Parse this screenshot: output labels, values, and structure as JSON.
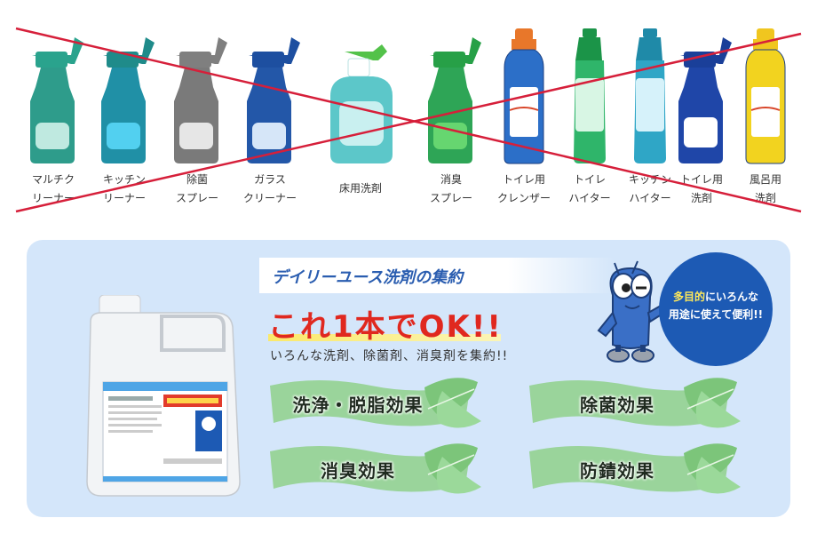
{
  "products": [
    {
      "name": "multi-cleaner",
      "label": "マルチク\nリーナー",
      "cap": "#2aa38d",
      "body": "#2e9c8b",
      "win": "#bfe9e0"
    },
    {
      "name": "kitchen-cleaner",
      "label": "キッチン\nリーナー",
      "cap": "#1f8b8a",
      "body": "#2090a6",
      "win": "#52d0f0"
    },
    {
      "name": "disinfect-spray",
      "label": "除菌\nスプレー",
      "cap": "#7f7f7f",
      "body": "#7a7a7a",
      "win": "#e6e6e6"
    },
    {
      "name": "glass-cleaner",
      "label": "ガラス\nクリーナー",
      "cap": "#1d4fa0",
      "body": "#2357a8",
      "win": "#d6e6f8"
    },
    {
      "name": "floor-detergent",
      "label": "床用洗剤",
      "cap": "#53c24a",
      "body": "#5cc7c9",
      "win": "#c9f0f0"
    },
    {
      "name": "deodorant-spray",
      "label": "消臭\nスプレー",
      "cap": "#27a047",
      "body": "#2ea556",
      "win": "#66d670"
    },
    {
      "name": "toilet-cleanser",
      "label": "トイレ用\nクレンザー",
      "cap": "#e8772a",
      "body": "#2c6fc8",
      "win": "#ffffff"
    },
    {
      "name": "toilet-haiter",
      "label": "トイレ\nハイター",
      "cap": "#1b9448",
      "body": "#2fb56a",
      "win": "#d8f6e4"
    },
    {
      "name": "kitchen-haiter",
      "label": "キッチン\nハイター",
      "cap": "#1f8aa8",
      "body": "#2fa6c6",
      "win": "#d6f2fa"
    },
    {
      "name": "toilet-detergent",
      "label": "トイレ用\n洗剤",
      "cap": "#1a3f99",
      "body": "#1f46a8",
      "win": "#ffffff"
    },
    {
      "name": "bath-detergent",
      "label": "風呂用\n洗剤",
      "cap": "#f0c61f",
      "body": "#f2d31f",
      "win": "#ffffff"
    }
  ],
  "feature": {
    "banner": "デイリーユース洗剤の集約",
    "headline": "これ1本でOK!!",
    "subtext": "いろんな洗剤、除菌剤、消臭剤を集約!!",
    "bubble_accent": "多目的",
    "bubble_line1_rest": "にいろんな",
    "bubble_line2": "用途に使えて便利!!",
    "ribbons": [
      "洗浄・脱脂効果",
      "除菌効果",
      "消臭効果",
      "防錆効果"
    ]
  },
  "colors": {
    "cross": "#d61f3a",
    "panel": "#d4e6fa",
    "headline": "#e0281f",
    "banner_text": "#2a5db0",
    "bubble": "#1d5ab4",
    "ribbon_green": "#8fd08a"
  }
}
